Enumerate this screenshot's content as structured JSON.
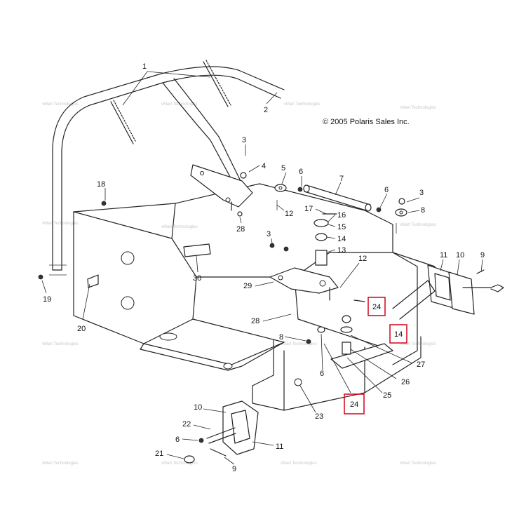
{
  "copyright": "© 2005 Polaris Sales Inc.",
  "watermark_text": "vMart Technologies",
  "callouts": [
    {
      "id": "c1",
      "label": "1"
    },
    {
      "id": "c2",
      "label": "2"
    },
    {
      "id": "c3a",
      "label": "3"
    },
    {
      "id": "c4",
      "label": "4"
    },
    {
      "id": "c5",
      "label": "5"
    },
    {
      "id": "c6a",
      "label": "6"
    },
    {
      "id": "c7",
      "label": "7"
    },
    {
      "id": "c6b",
      "label": "6"
    },
    {
      "id": "c3b",
      "label": "3"
    },
    {
      "id": "c8a",
      "label": "8"
    },
    {
      "id": "c18",
      "label": "18"
    },
    {
      "id": "c12a",
      "label": "12"
    },
    {
      "id": "c17",
      "label": "17"
    },
    {
      "id": "c16",
      "label": "16"
    },
    {
      "id": "c15",
      "label": "15"
    },
    {
      "id": "c28a",
      "label": "28"
    },
    {
      "id": "c3c",
      "label": "3"
    },
    {
      "id": "c14a",
      "label": "14"
    },
    {
      "id": "c13",
      "label": "13"
    },
    {
      "id": "c30",
      "label": "30"
    },
    {
      "id": "c12b",
      "label": "12"
    },
    {
      "id": "c11a",
      "label": "11"
    },
    {
      "id": "c10a",
      "label": "10"
    },
    {
      "id": "c9a",
      "label": "9"
    },
    {
      "id": "c19",
      "label": "19"
    },
    {
      "id": "c29",
      "label": "29"
    },
    {
      "id": "c20",
      "label": "20"
    },
    {
      "id": "c28b",
      "label": "28"
    },
    {
      "id": "c8b",
      "label": "8"
    },
    {
      "id": "c27",
      "label": "27"
    },
    {
      "id": "c6c",
      "label": "6"
    },
    {
      "id": "c26",
      "label": "26"
    },
    {
      "id": "c25",
      "label": "25"
    },
    {
      "id": "c23",
      "label": "23"
    },
    {
      "id": "c10b",
      "label": "10"
    },
    {
      "id": "c22",
      "label": "22"
    },
    {
      "id": "c6d",
      "label": "6"
    },
    {
      "id": "c11b",
      "label": "11"
    },
    {
      "id": "c21",
      "label": "21"
    },
    {
      "id": "c9b",
      "label": "9"
    }
  ],
  "highlighted_callouts": [
    {
      "id": "h24a",
      "label": "24"
    },
    {
      "id": "h14",
      "label": "14"
    },
    {
      "id": "h24b",
      "label": "24"
    }
  ],
  "colors": {
    "highlight_box": "#d0021b",
    "line_art": "#222222",
    "watermark": "#c8c8c8"
  }
}
